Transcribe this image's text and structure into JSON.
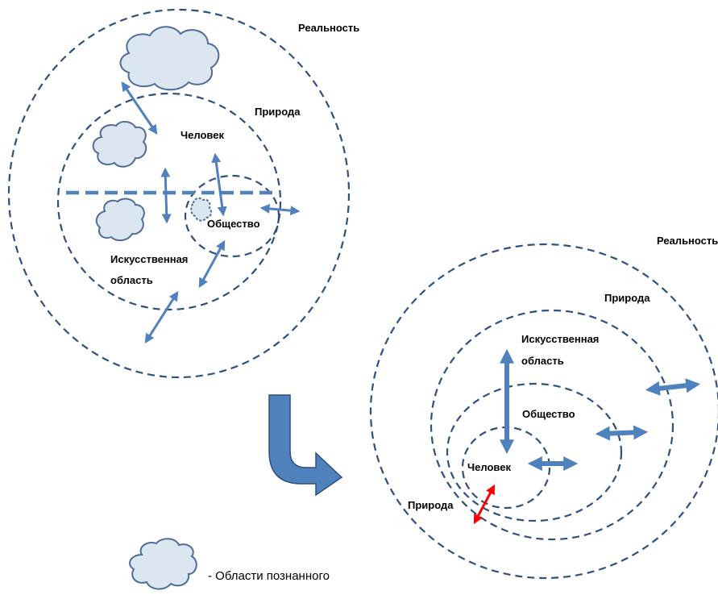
{
  "colors": {
    "line": "#2f4f7f",
    "arrow": "#4f81bd",
    "cloud_fill": "#dce6f1",
    "cloud_stroke": "#4f6d97",
    "red_arrow": "#ff0000",
    "big_arrow": "#4f81bd"
  },
  "left_diagram": {
    "reality_label": "Реальность",
    "nature_label": "Природа",
    "human_label": "Человек",
    "society_label": "Общество",
    "artificial_label_line1": "Искусственная",
    "artificial_label_line2": "область"
  },
  "right_diagram": {
    "reality_label": "Реальность",
    "nature_label": "Природа",
    "artificial_label_line1": "Искусственная",
    "artificial_label_line2": "область",
    "society_label": "Общество",
    "human_label": "Человек",
    "nature_outer_label": "Природа"
  },
  "legend": {
    "icon": "cloud-icon",
    "text": "- Области познанного"
  }
}
